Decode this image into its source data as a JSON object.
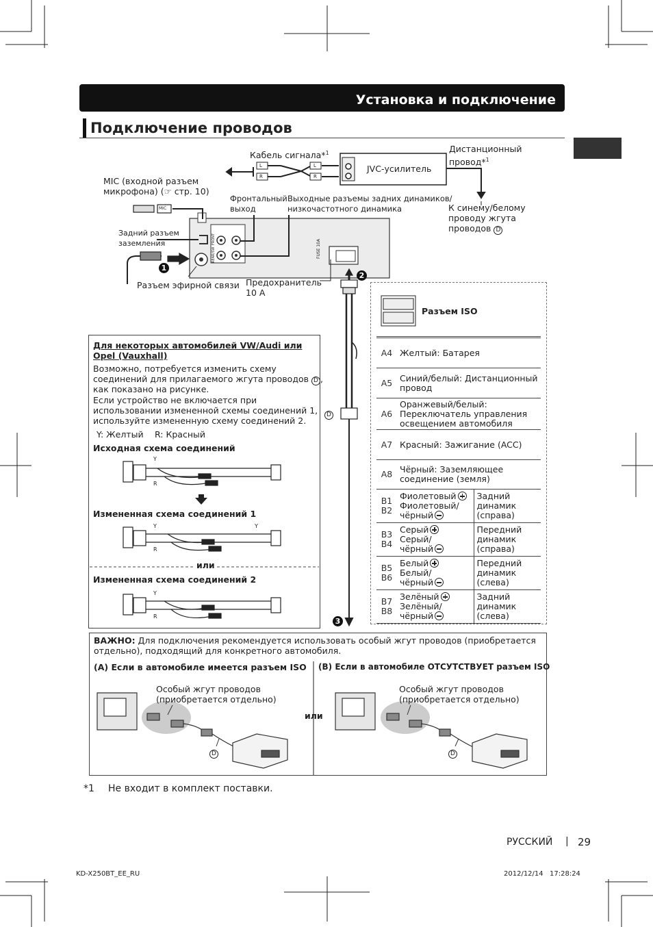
{
  "header": {
    "title": "Установка и подключение",
    "section_title": "Подключение проводов"
  },
  "diagram": {
    "signal_cable": "Кабель сигнала*",
    "signal_cable_sup": "1",
    "jvc_amplifier": "JVC-усилитель",
    "remote_wire": "Дистанционный провод*",
    "remote_wire_line1": "Дистанционный",
    "remote_wire_sup": "1",
    "remote_to_line1": "К синему/белому",
    "remote_to_line2": "проводу жгута",
    "remote_to_line3": "проводов",
    "mic_line1": "MIC (входной разъем",
    "mic_line2": "микрофона) (☞ стр. 10)",
    "mic_plug_label": "MIC",
    "front_out_line1": "Фронтальный",
    "front_out_line2": "выход",
    "rear_out_line1": "Выходные разъемы задних динамиков/",
    "rear_out_line2": "низкочастотного динамика",
    "ground_line1": "Задний разъем",
    "ground_line2": "заземления",
    "antenna": "Разъем эфирной связи",
    "fuse_line1": "Предохранитель",
    "fuse_line2": "10 А",
    "fuse_mark": "FUSE 10A",
    "front_mark": "FRONT",
    "rear_mark": "REAR/SW",
    "jack_L": "L",
    "jack_R": "R",
    "badge_1": "1",
    "badge_2": "2",
    "badge_3": "3",
    "harness_letter": "D"
  },
  "iso": {
    "title": "Разъем ISO",
    "rows": [
      {
        "pin": "A4",
        "desc": "Желтый: Батарея"
      },
      {
        "pin": "A5",
        "desc": "Синий/белый: Дистанционный провод"
      },
      {
        "pin": "A6",
        "desc": "Оранжевый/белый: Переключатель управления освещением автомобиля"
      },
      {
        "pin": "A7",
        "desc": "Красный: Зажигание (ACC)"
      },
      {
        "pin": "A8",
        "desc": "Чёрный: Заземляющее соединение (земля)"
      }
    ],
    "speaker_rows": [
      {
        "pin1": "B1",
        "pin2": "B2",
        "c1": "Фиолетовый",
        "c2": "Фиолетовый/",
        "c3": "чёрный",
        "s1": "Задний",
        "s2": "динамик",
        "s3": "(справа)"
      },
      {
        "pin1": "B3",
        "pin2": "B4",
        "c1": "Серый",
        "c2": "Серый/",
        "c3": "чёрный",
        "s1": "Передний",
        "s2": "динамик",
        "s3": "(справа)"
      },
      {
        "pin1": "B5",
        "pin2": "B6",
        "c1": "Белый",
        "c2": "Белый/",
        "c3": "чёрный",
        "s1": "Передний",
        "s2": "динамик",
        "s3": "(слева)"
      },
      {
        "pin1": "B7",
        "pin2": "B8",
        "c1": "Зелёный",
        "c2": "Зелёный/",
        "c3": "чёрный",
        "s1": "Задний",
        "s2": "динамик",
        "s3": "(слева)"
      }
    ]
  },
  "vw_box": {
    "title_line1": "Для некоторых автомобилей VW/Audi или",
    "title_line2": "Opel (Vauxhall)",
    "p1_line1": "Возможно, потребуется изменить схему",
    "p1_line2": "соединений для прилагаемого жгута проводов",
    "p1_line3": "как показано на рисунке.",
    "p2_line1": "Если устройство не включается при",
    "p2_line2": "использовании измененной схемы соединений 1,",
    "p2_line3": "используйте измененную схему соединений 2.",
    "legend_y": "Y: Желтый",
    "legend_r": "R: Красный",
    "original": "Исходная схема соединений",
    "modified1": "Измененная схема соединений 1",
    "or": "или",
    "modified2": "Измененная схема соединений 2",
    "wire_y": "Y",
    "wire_r": "R"
  },
  "important": {
    "label": "ВАЖНО:",
    "text_line1": " Для подключения рекомендуется использовать особый жгут проводов (приобретается",
    "text_line2": "отдельно), подходящий для конкретного автомобиля.",
    "a_prefix": "(A)",
    "a_label": "Если в автомобиле имеется разъем ISO",
    "b_prefix": "(B)",
    "b_label": "Если в автомобиле ОТСУТСТВУЕТ разъем ISO",
    "special_line1": "Особый жгут проводов",
    "special_line2": "(приобретается отдельно)",
    "or": "или"
  },
  "footnote": {
    "mark": "*1",
    "text": "Не входит в комплект поставки."
  },
  "footer": {
    "language": "РУССКИЙ",
    "separator": "|",
    "page": "29",
    "model": "KD-X250BT_EE_RU",
    "date": "2012/12/14",
    "time": "17:28:24"
  },
  "colors": {
    "header_bg": "#111111",
    "side_tab": "#333333"
  }
}
